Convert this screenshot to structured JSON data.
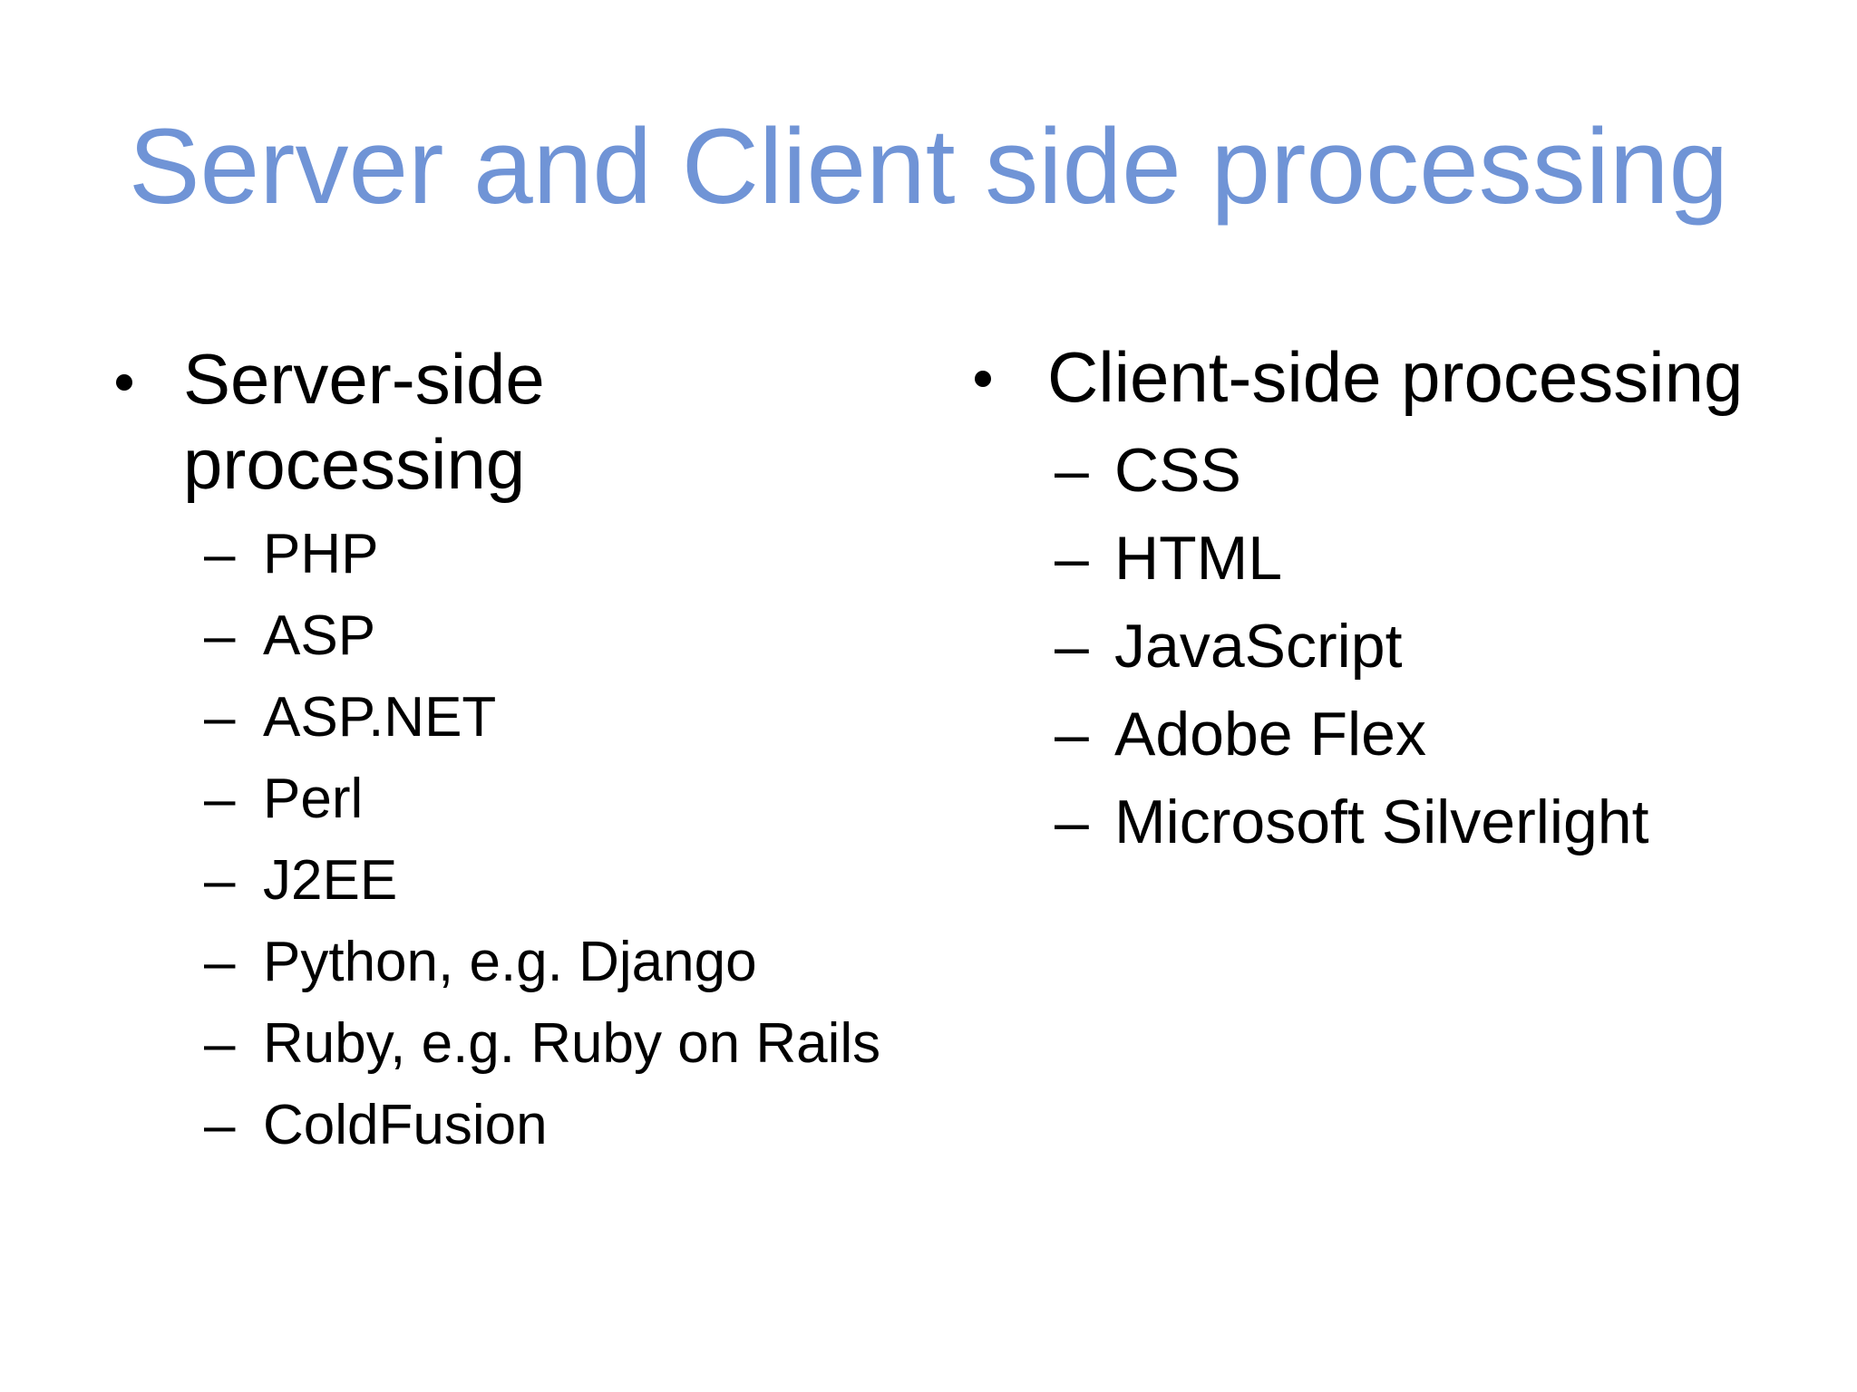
{
  "slide": {
    "title": "Server and Client side processing",
    "title_color": "#7094d6",
    "text_color": "#000000",
    "background_color": "#ffffff",
    "dash_marker": "–",
    "columns": [
      {
        "heading": "Server-side processing",
        "items": [
          "PHP",
          "ASP",
          "ASP.NET",
          "Perl",
          "J2EE",
          "Python, e.g. Django",
          "Ruby, e.g. Ruby on Rails",
          "ColdFusion"
        ]
      },
      {
        "heading": "Client-side processing",
        "items": [
          "CSS",
          "HTML",
          "JavaScript",
          "Adobe Flex",
          "Microsoft Silverlight"
        ]
      }
    ]
  }
}
